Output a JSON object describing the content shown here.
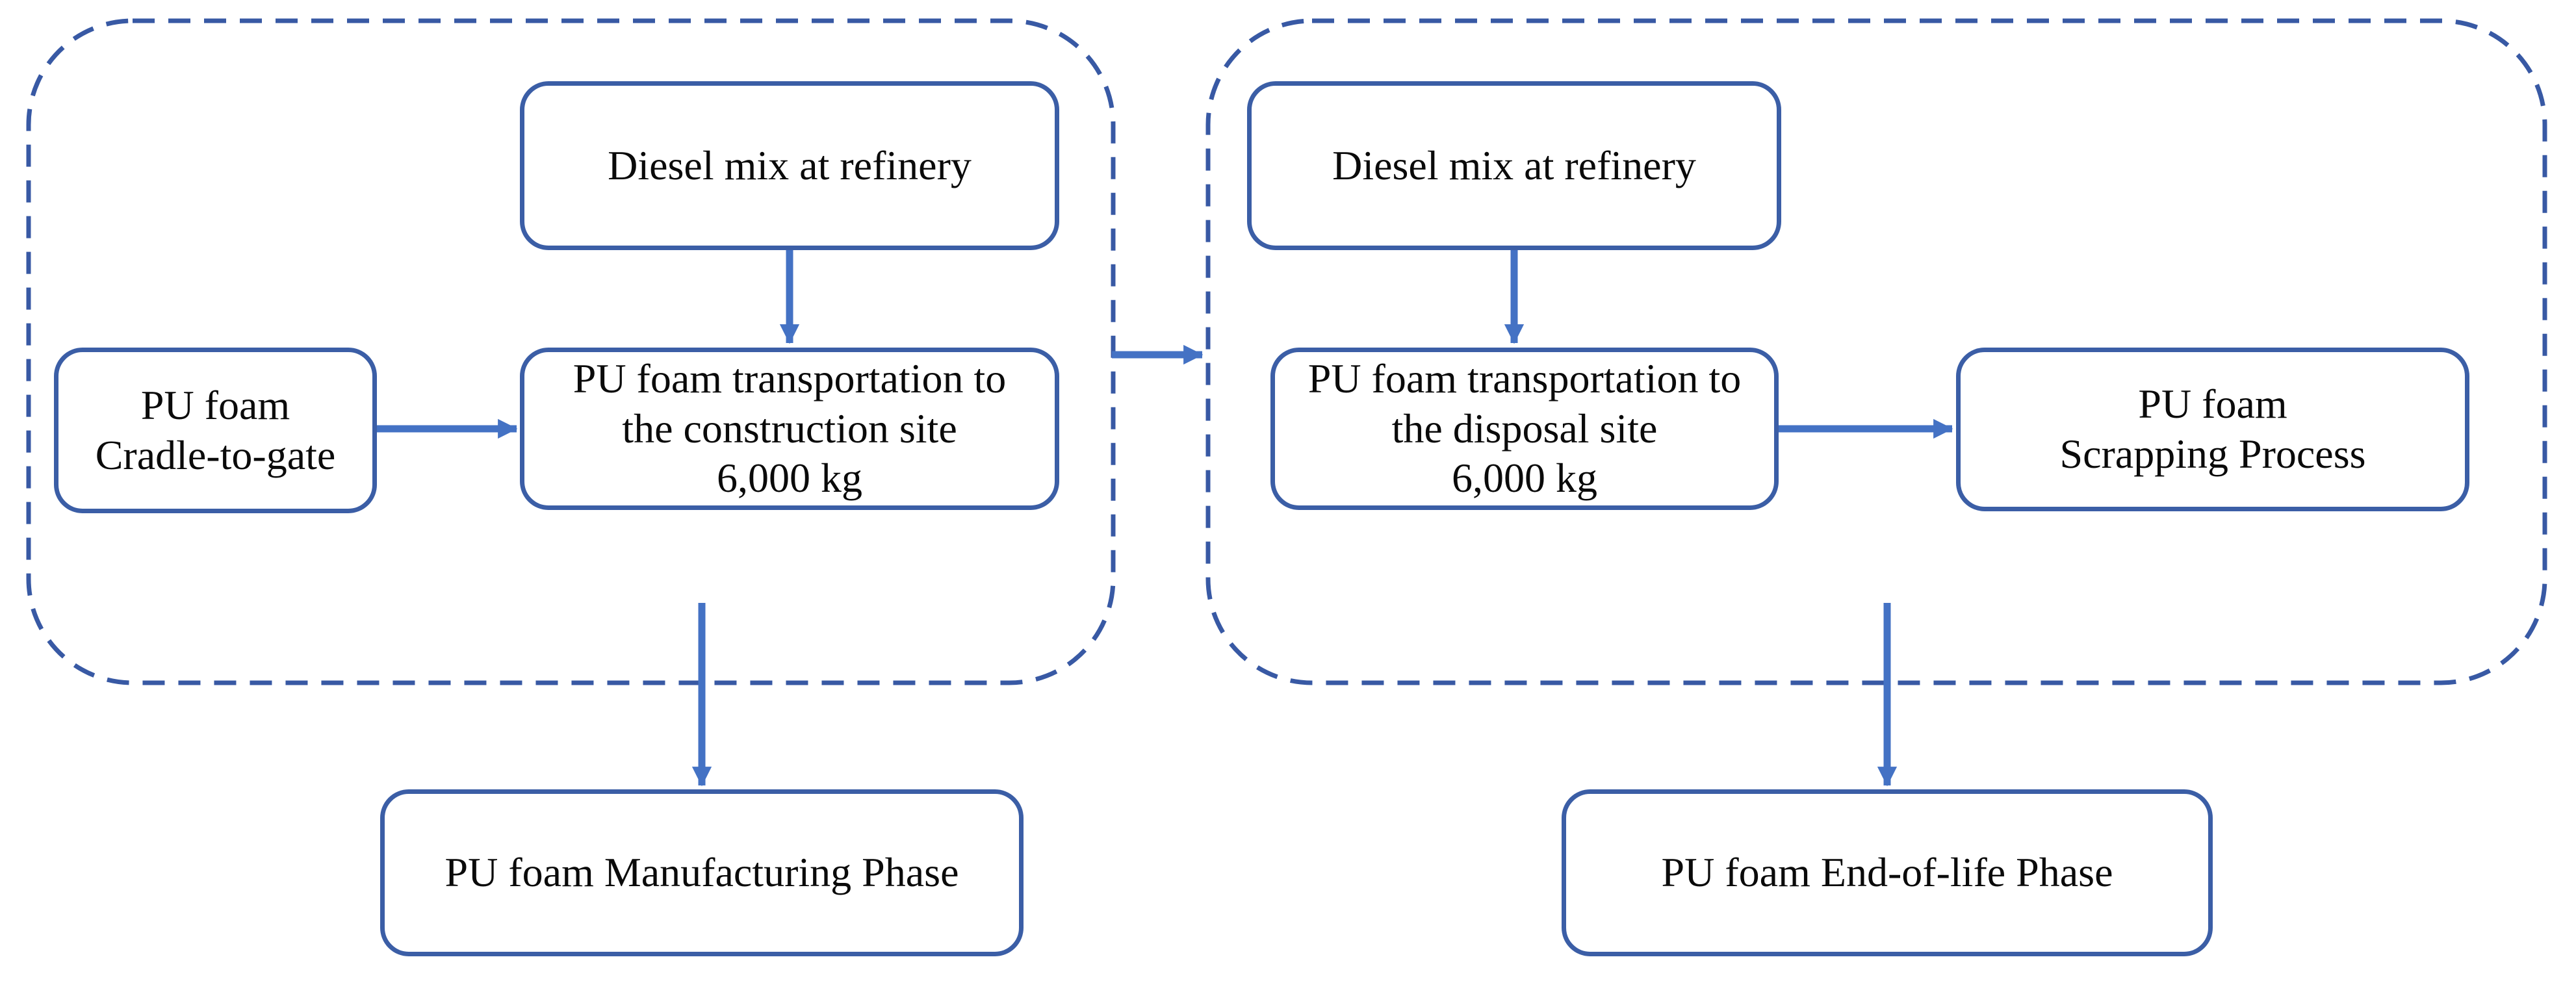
{
  "diagram": {
    "type": "process-flow",
    "background": "#ffffff"
  },
  "colors": {
    "node_border": "#3b5ea6",
    "boundary_border": "#3859a4",
    "arrow": "#4472c4",
    "text": "#0a0a0a",
    "background": "#ffffff"
  },
  "nodes": {
    "diesel_left": {
      "lines": [
        "Diesel mix at refinery"
      ]
    },
    "cradle_to_gate": {
      "lines": [
        "PU foam",
        "Cradle-to-gate"
      ]
    },
    "transport_construction": {
      "lines": [
        "PU foam transportation to",
        "the construction site",
        "6,000 kg"
      ]
    },
    "diesel_right": {
      "lines": [
        "Diesel mix at refinery"
      ]
    },
    "transport_disposal": {
      "lines": [
        "PU foam transportation to",
        "the disposal site",
        "6,000 kg"
      ]
    },
    "scrapping": {
      "lines": [
        "PU foam",
        "Scrapping Process"
      ]
    },
    "manufacturing_phase": {
      "lines": [
        "PU foam Manufacturing Phase"
      ]
    },
    "end_of_life_phase": {
      "lines": [
        "PU foam End-of-life Phase"
      ]
    }
  },
  "boundaries": {
    "left": {
      "contains": [
        "diesel_left",
        "cradle_to_gate",
        "transport_construction"
      ],
      "style": "dashed"
    },
    "right": {
      "contains": [
        "diesel_right",
        "transport_disposal",
        "scrapping"
      ],
      "style": "dashed"
    }
  },
  "edges": [
    {
      "from": "diesel_left",
      "to": "transport_construction",
      "direction": "down"
    },
    {
      "from": "cradle_to_gate",
      "to": "transport_construction",
      "direction": "right"
    },
    {
      "from": "left_boundary",
      "to": "right_boundary",
      "direction": "right"
    },
    {
      "from": "diesel_right",
      "to": "transport_disposal",
      "direction": "down"
    },
    {
      "from": "transport_disposal",
      "to": "scrapping",
      "direction": "right"
    },
    {
      "from": "left_boundary",
      "to": "manufacturing_phase",
      "direction": "down"
    },
    {
      "from": "right_boundary",
      "to": "end_of_life_phase",
      "direction": "down"
    }
  ]
}
